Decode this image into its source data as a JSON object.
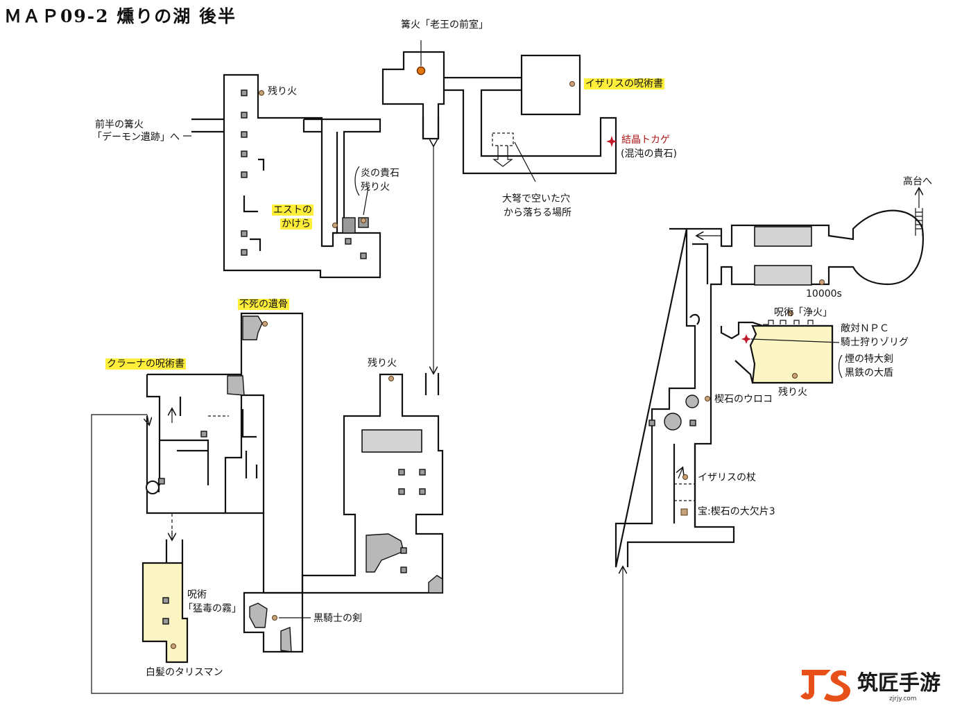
{
  "title": "ＭＡＰ09-2 燻りの湖 後半",
  "labels": {
    "bonfire_old_king": "篝火「老王の前室」",
    "ember_1": "残り火",
    "izalith_pyromancy": "イザリスの呪術書",
    "first_half_bonfire_1": "前半の篝火",
    "first_half_bonfire_2": "「デーモン遺跡」へ",
    "crystal_lizard": "結晶トカゲ",
    "chaos_stone": "(混沌の貴石)",
    "flame_stone_1": "炎の貴石",
    "flame_stone_2": "残り火",
    "estus_shard_1": "エストの",
    "estus_shard_2": "かけら",
    "ballista_hole_1": "大弩で空いた穴",
    "ballista_hole_2": "から落ちる場所",
    "to_plateau": "高台へ",
    "souls_10000": "10000s",
    "undead_bone": "不死の遺骨",
    "pyromancy_cleansing": "呪術「浄火」",
    "hostile_npc_1": "敵対ＮＰＣ",
    "hostile_npc_2": "騎士狩りゾリグ",
    "smoke_greatsword": "煙の特大剣",
    "black_iron_shield": "黒鉄の大盾",
    "quelana_pyromancy": "クラーナの呪術書",
    "ember_2": "残り火",
    "ember_3": "残り火",
    "wedge_scale": "楔石のウロコ",
    "izalith_staff": "イザリスの杖",
    "treasure_wedge": "宝:楔石の大欠片3",
    "pyromancy_toxic_1": "呪術",
    "pyromancy_toxic_2": "「猛毒の霧」",
    "black_knight_sword": "黒騎士の剣",
    "white_hair_talisman": "白髪のタリスマン"
  },
  "logo": {
    "main": "筑匠手游",
    "sub": "zjrjy.com"
  },
  "colors": {
    "highlight": "#ffef3a",
    "lizard_red": "#b01818",
    "cream_room": "#fbf5c4",
    "bonfire": "#e07a10"
  }
}
